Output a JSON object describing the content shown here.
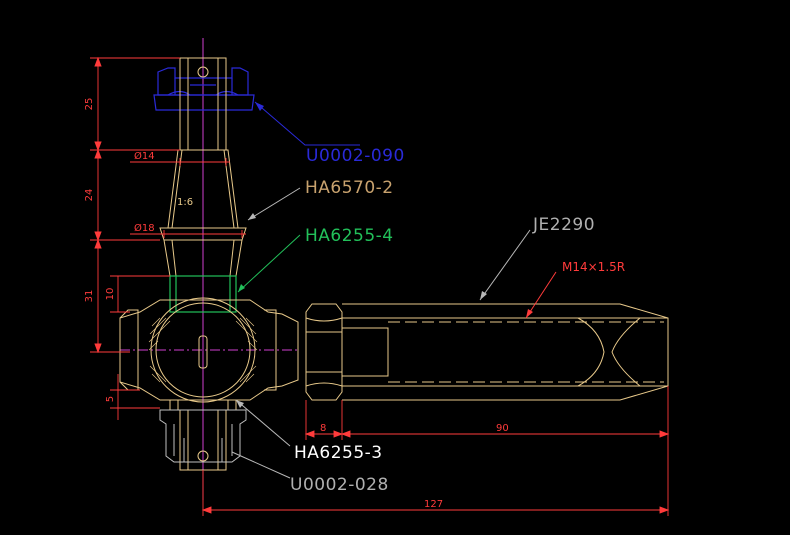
{
  "colors": {
    "background": "#000000",
    "part": "#e8c98a",
    "dimension": "#ff3b3b",
    "centerline": "#d040d0",
    "label_default": "#c8a26e",
    "label_blue": "#2a2ad8",
    "label_green": "#22c05a",
    "label_gray": "#b0b0b0",
    "label_white": "#ffffff",
    "leader_gray": "#b8b8b8"
  },
  "labels": {
    "part_cap_top": "U0002-090",
    "part_stud": "HA6570-2",
    "part_sleeve": "HA6255-4",
    "part_rod": "JE2290",
    "part_thread": "M14×1.5R",
    "part_spacer": "HA6255-3",
    "part_cap_bottom": "U0002-028"
  },
  "dimensions": {
    "top_length": "25",
    "taper_length": "24",
    "ball_length": "31",
    "sleeve_length": "10",
    "lower_length": "5",
    "top_diameter": "Ø14",
    "base_diameter": "Ø18",
    "taper_ratio": "1:6",
    "hex_width": "8",
    "rod_length": "90",
    "overall_length": "127"
  }
}
